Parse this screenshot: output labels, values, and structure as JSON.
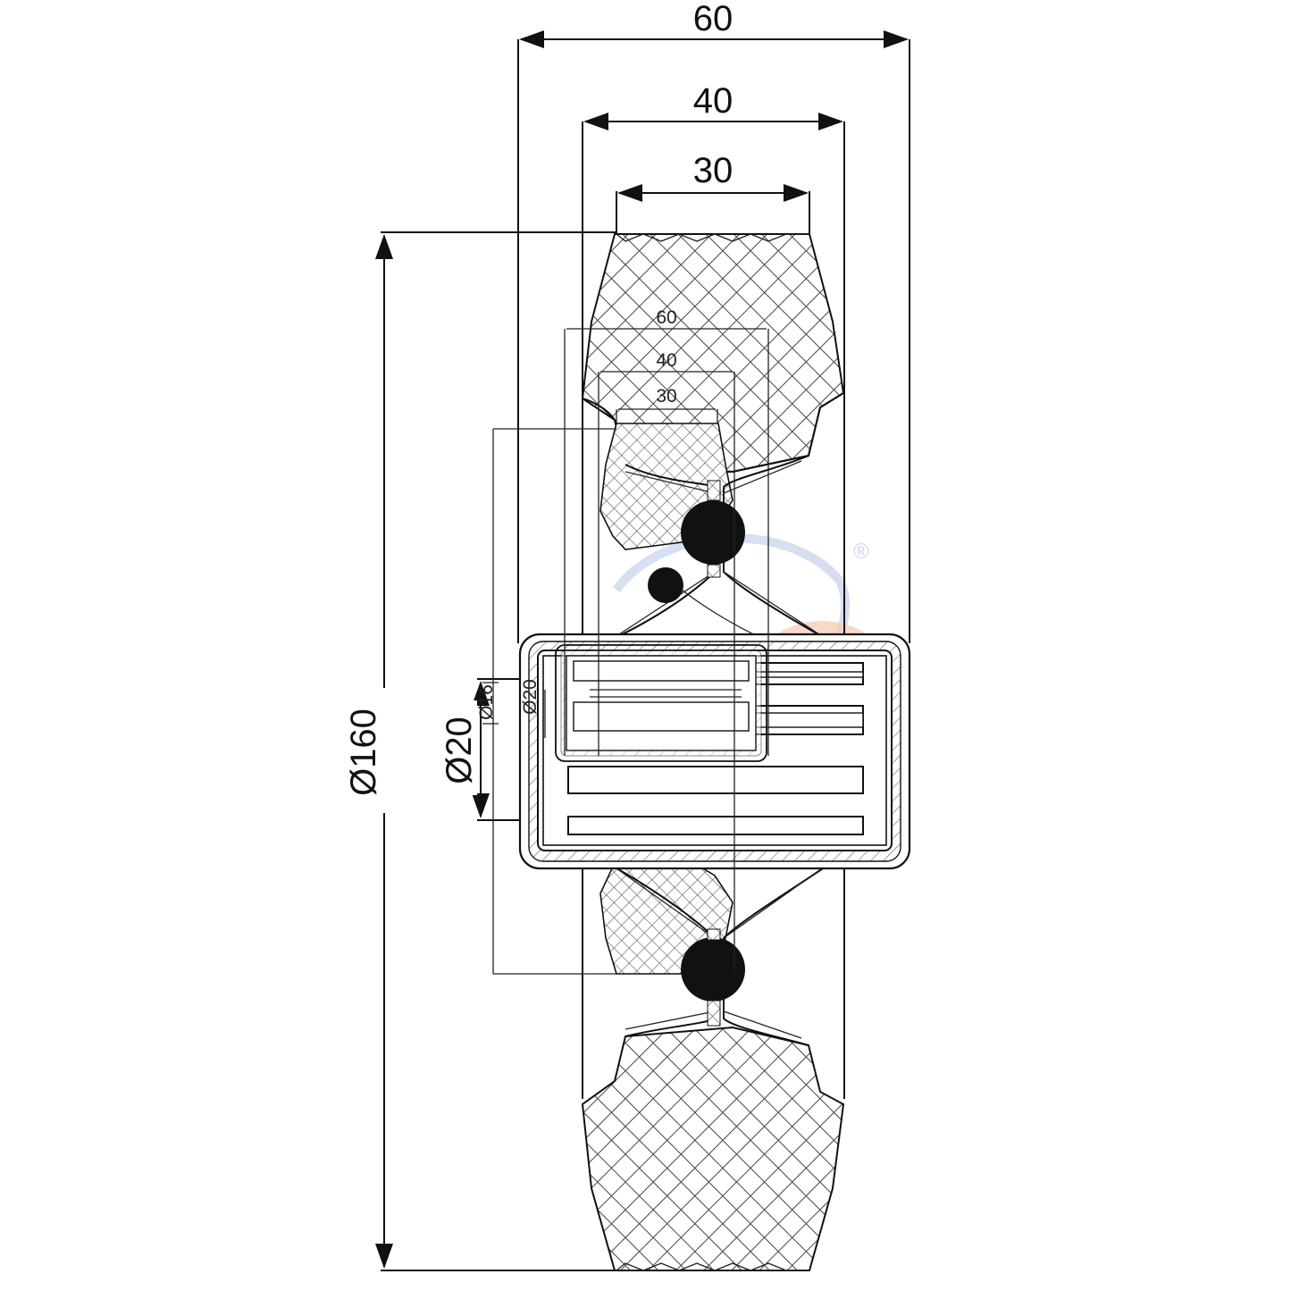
{
  "drawing": {
    "dimensions_outer": {
      "width_overall": "60",
      "width_hub": "40",
      "width_tread": "30",
      "wheel_diameter": "Ø160",
      "axle_diameter": "Ø20"
    },
    "dimensions_inner": {
      "width_overall": "60",
      "width_hub": "40",
      "width_tread": "30",
      "axle_diameter": "Ø20",
      "bore_label": "Ø16"
    },
    "watermark_mark": "®",
    "colors": {
      "line": "#111111",
      "tyre_hatch": "#333333",
      "watermark_blue": "#c9d3ee",
      "watermark_orange": "#f6c7ad"
    }
  }
}
